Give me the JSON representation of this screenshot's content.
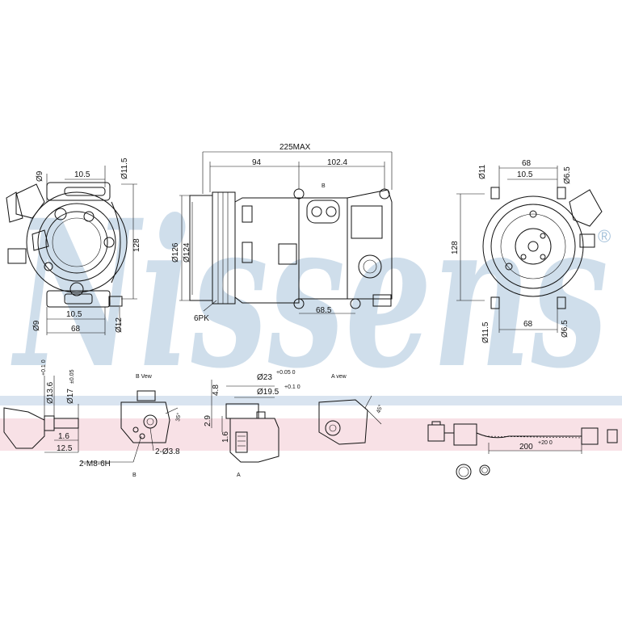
{
  "brand": {
    "name": "Nissens",
    "registered_mark": "®",
    "watermark_color": "#a9c4dc",
    "band_pink": "#f3c8d2",
    "band_blue": "#c9d9ea"
  },
  "labels": {
    "b_view": "B Vew",
    "a_view": "A vew",
    "b": "B",
    "a": "A"
  },
  "dimensions": {
    "d9_tl": "Ø9",
    "d115_tl": "Ø11.5",
    "d105_tl": "10.5",
    "d128_left": "128",
    "d9_bl": "Ø9",
    "d105_bl": "10.5",
    "d68_bl": "68",
    "d12_bl": "Ø12",
    "d225": "225MAX",
    "d94": "94",
    "d1024": "102.4",
    "d126": "Ø126",
    "d124": "Ø124",
    "d6pk": "6PK",
    "d685": "68.5",
    "d11_tr": "Ø11",
    "d68_tr": "68",
    "d105_tr": "10.5",
    "d65_tr": "Ø6.5",
    "d128_right": "128",
    "d115_br": "Ø11.5",
    "d68_br": "68",
    "d65_br": "Ø6.5",
    "d136": "Ø13.6",
    "d136_tol": "+0.1 0",
    "d17": "Ø17",
    "d17_tol": "±0.05",
    "d16": "1.6",
    "d125": "12.5",
    "dm8": "2-M8-6H",
    "d38": "2-Ø3.8",
    "d35": "35°",
    "d48": "4.8",
    "d29": "2.9",
    "d16b": "1.6",
    "d23": "Ø23",
    "d23_tol": "+0.05 0",
    "d195": "Ø19.5",
    "d195_tol": "+0.1 0",
    "d45": "45°",
    "d200": "200",
    "d200_tol": "+20 0"
  }
}
